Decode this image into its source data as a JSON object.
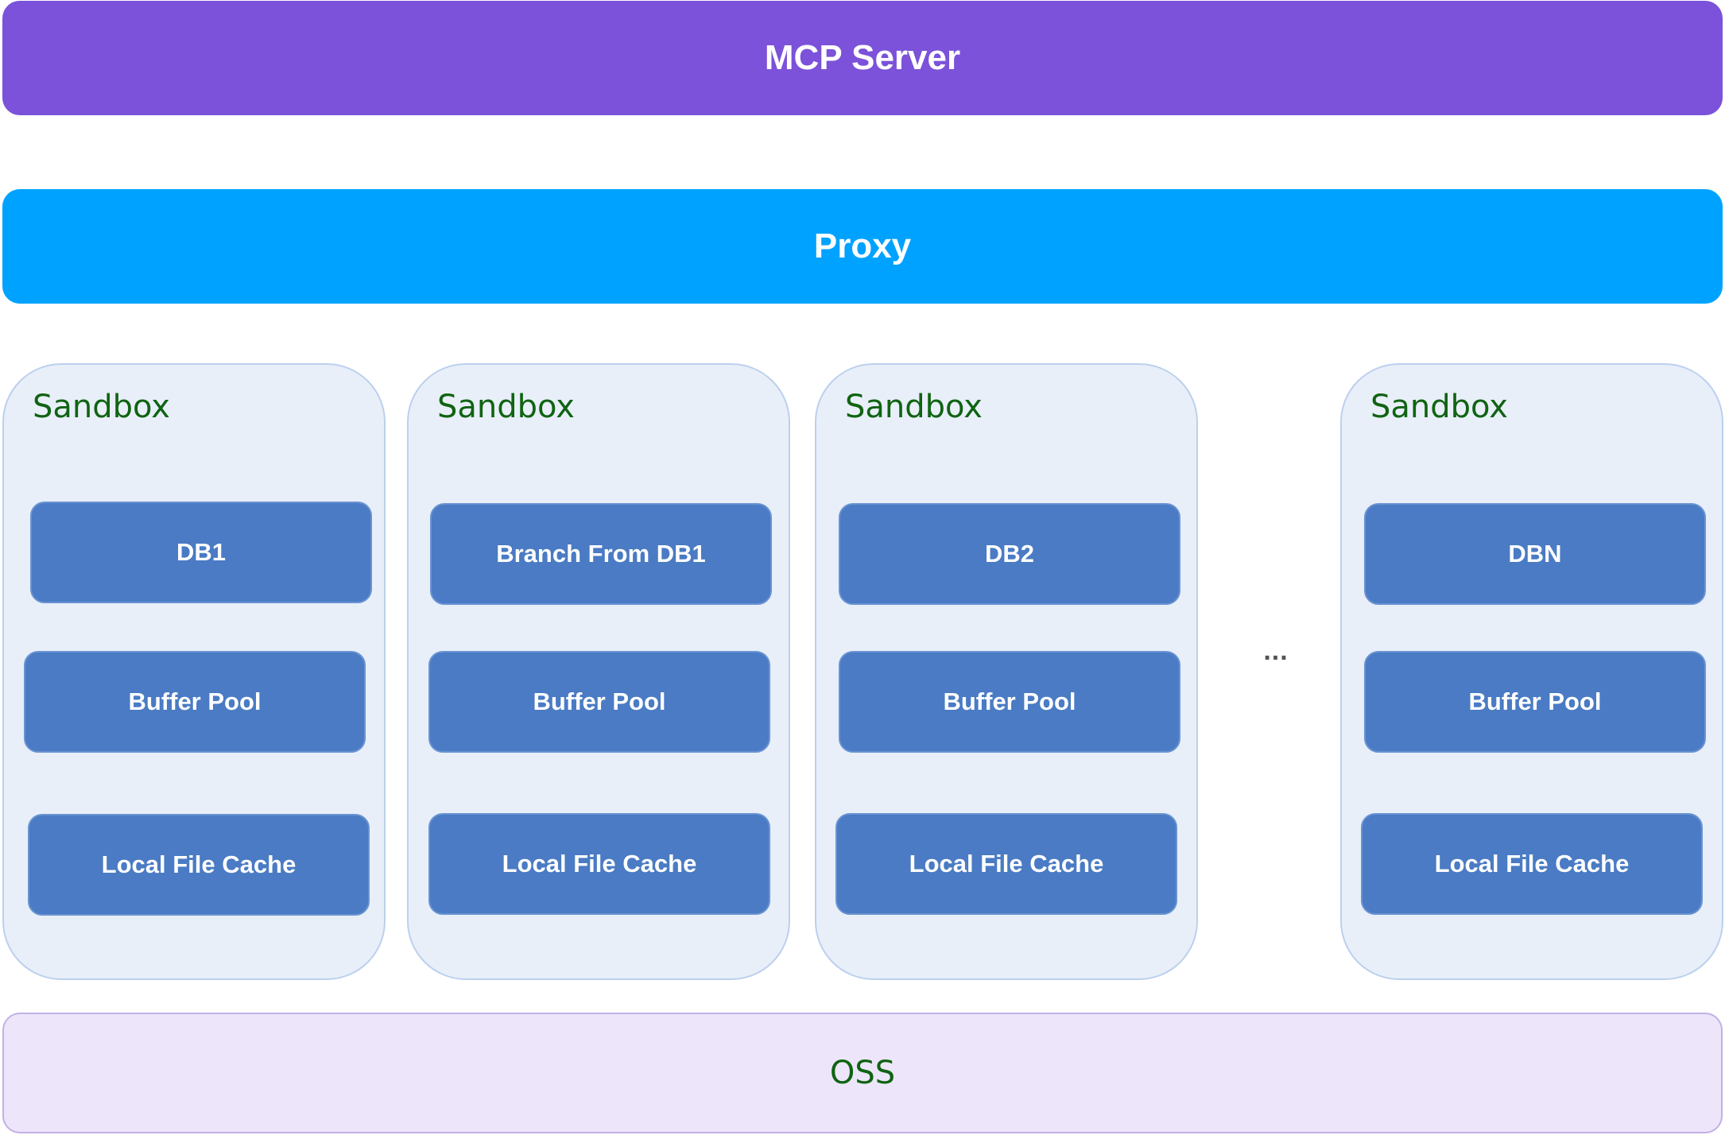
{
  "layers": {
    "mcp_server": "MCP Server",
    "proxy": "Proxy",
    "oss": "OSS"
  },
  "sandboxes": [
    {
      "title": "Sandbox",
      "db": "DB1",
      "buffer_pool": "Buffer Pool",
      "cache": "Local File Cache"
    },
    {
      "title": "Sandbox",
      "db": "Branch From DB1",
      "buffer_pool": "Buffer Pool",
      "cache": "Local File Cache"
    },
    {
      "title": "Sandbox",
      "db": "DB2",
      "buffer_pool": "Buffer Pool",
      "cache": "Local File Cache"
    },
    {
      "title": "Sandbox",
      "db": "DBN",
      "buffer_pool": "Buffer Pool",
      "cache": "Local File Cache"
    }
  ],
  "ellipsis": "...",
  "colors": {
    "mcp_server": "#7b52d9",
    "proxy": "#00a2ff",
    "sandbox_fill": "#e8eff9",
    "component_fill": "#4a7bc4",
    "oss_fill": "#ede6fa",
    "label_green": "#106312"
  }
}
